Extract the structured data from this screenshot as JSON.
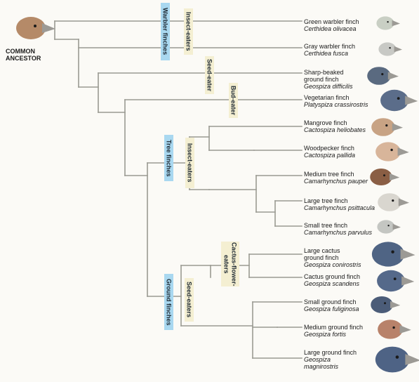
{
  "common_ancestor": [
    "COMMON",
    "ANCESTOR"
  ],
  "group_labels": {
    "warbler_finches": "Warbler finches",
    "tree_finches": "Tree finches",
    "ground_finches": "Ground finches"
  },
  "diet_labels": {
    "insect_eaters_warbler": "Insect-eaters",
    "seed_eater": "Seed-eater",
    "bud_eater": "Bud-eater",
    "insect_eaters_tree": "Insect-eaters",
    "cactus_flower_eaters_1": "Cactus-flower-",
    "cactus_flower_eaters_2": "eaters",
    "seed_eaters_ground": "Seed-eaters"
  },
  "species": [
    {
      "common": [
        "Green warbler finch"
      ],
      "latin": [
        "Certhidea olivacea"
      ],
      "color": "#c9cfc4"
    },
    {
      "common": [
        "Gray warbler finch"
      ],
      "latin": [
        "Certhidea fusca"
      ],
      "color": "#c8c9c5"
    },
    {
      "common": [
        "Sharp-beaked",
        "ground finch"
      ],
      "latin": [
        "Geospiza difficilis"
      ],
      "color": "#5a6a80"
    },
    {
      "common": [
        "Vegetarian finch"
      ],
      "latin": [
        "Platyspiza crassirostris"
      ],
      "color": "#5b6d8a"
    },
    {
      "common": [
        "Mangrove finch"
      ],
      "latin": [
        "Cactospiza heliobates"
      ],
      "color": "#c8a384"
    },
    {
      "common": [
        "Woodpecker finch"
      ],
      "latin": [
        "Cactospiza pallida"
      ],
      "color": "#d8b59a"
    },
    {
      "common": [
        "Medium tree finch"
      ],
      "latin": [
        "Camarhynchus pauper"
      ],
      "color": "#8a5e44"
    },
    {
      "common": [
        "Large tree finch"
      ],
      "latin": [
        "Camarhynchus psittacula"
      ],
      "color": "#d9d6cf"
    },
    {
      "common": [
        "Small tree finch"
      ],
      "latin": [
        "Camarhynchus parvulus"
      ],
      "color": "#c4c6c2"
    },
    {
      "common": [
        "Large cactus",
        "ground finch"
      ],
      "latin": [
        "Geospiza conirostris"
      ],
      "color": "#4f6484"
    },
    {
      "common": [
        "Cactus ground finch"
      ],
      "latin": [
        "Geospiza scandens"
      ],
      "color": "#55698a"
    },
    {
      "common": [
        "Small ground finch"
      ],
      "latin": [
        "Geospiza fuliginosa"
      ],
      "color": "#4b5c78"
    },
    {
      "common": [
        "Medium ground finch"
      ],
      "latin": [
        "Geospiza fortis"
      ],
      "color": "#b8826a"
    },
    {
      "common": [
        "Large ground finch"
      ],
      "latin": [
        "Geospiza",
        "magnirostris"
      ],
      "color": "#4e6385"
    }
  ],
  "colors": {
    "branch": "#9a9a92",
    "group_label_bg": "#a9d8f0",
    "diet_label_bg": "#f4efd2",
    "ancestor": "#b58a68"
  }
}
